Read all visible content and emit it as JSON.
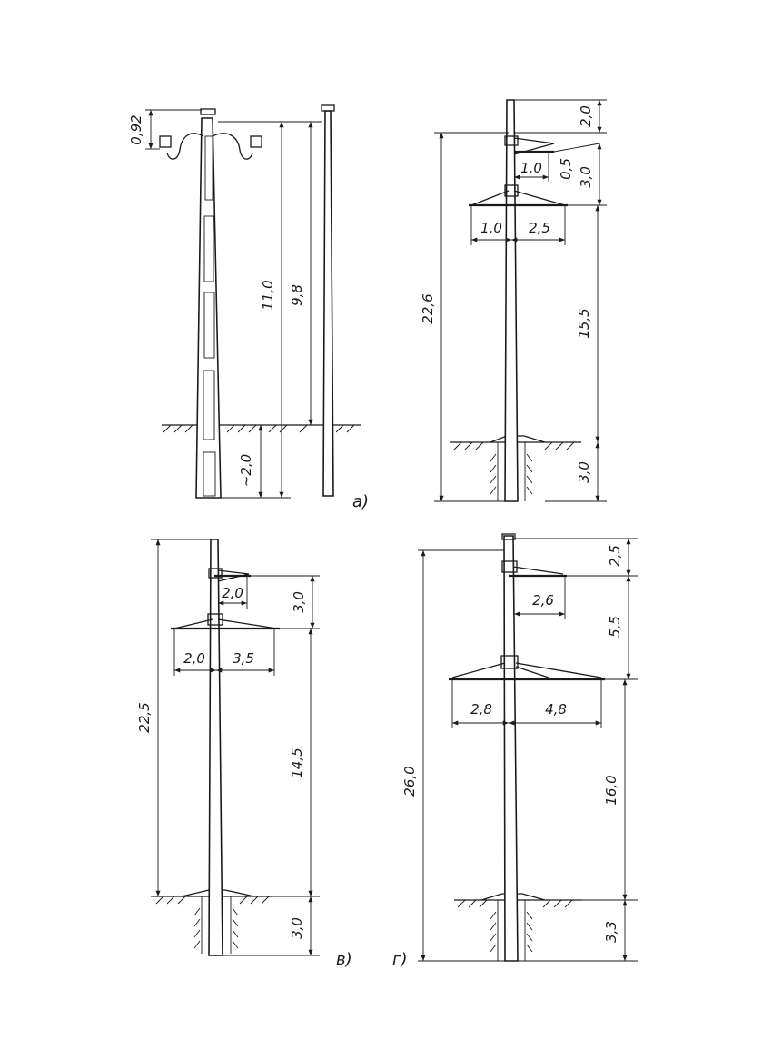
{
  "panels": {
    "a": {
      "label": "а)",
      "dims": {
        "top": "0,92",
        "total": "11,0",
        "above": "9,8",
        "underground": "~2,0"
      }
    },
    "b": {
      "label": "",
      "dims": {
        "total": "22,6",
        "top": "2,0",
        "upper_arm": "1,0",
        "gap": "0,5",
        "spacing": "3,0",
        "left_arm": "1,0",
        "right_arm": "2,5",
        "clear": "15,5",
        "underground": "3,0"
      }
    },
    "v": {
      "label": "в)",
      "dims": {
        "total": "22,5",
        "upper_arm": "2,0",
        "spacing": "3,0",
        "left_arm": "2,0",
        "right_arm": "3,5",
        "clear": "14,5",
        "underground": "3,0"
      }
    },
    "g": {
      "label": "г)",
      "dims": {
        "top": "2,5",
        "upper_arm": "2,6",
        "spacing": "5,5",
        "left_arm": "2,8",
        "right_arm": "4,8",
        "total": "26,0",
        "clear": "16,0",
        "underground": "3,3"
      }
    }
  }
}
